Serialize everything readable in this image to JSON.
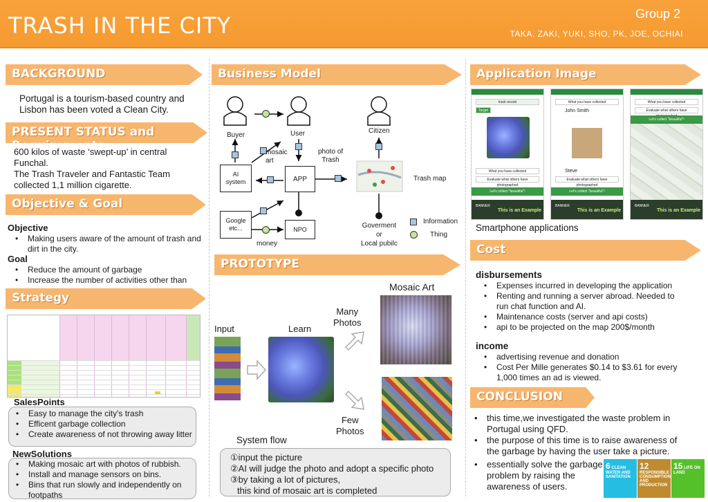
{
  "header": {
    "title": "TRASH IN THE CITY",
    "group": "Group 2",
    "members": "TAKA, ZAKI, YUKI, SHO, PK, JOE, OCHIAI"
  },
  "colors": {
    "header": "#f59a2f",
    "banner": "#f7b66e",
    "info_square": "#a9c4e0",
    "thing_circle": "#c6e49b"
  },
  "background": {
    "heading": "BACKGROUND",
    "text": [
      "Portugal is a tourism-based country and",
      "Lisbon has been voted a Clean City."
    ]
  },
  "present_status": {
    "heading": "PRESENT STATUS and Requirements",
    "lines": [
      "600 kilos of waste ‘swept-up’ in central",
      "Funchal.",
      "The Trash Traveler and Fantastic Team",
      "collected 1,1 million cigarette."
    ]
  },
  "objective_goal": {
    "heading": "Objective & Goal",
    "objective_label": "Objective",
    "objective_items": [
      "Making users aware of the amount of trash and dirt in the city."
    ],
    "goal_label": "Goal",
    "goal_items": [
      "Reduce the amount of garbage",
      "Increase the number of activities other than"
    ]
  },
  "strategy": {
    "heading": "Strategy",
    "salespoints_label": "SalesPoints",
    "salespoints": [
      "Easy to manage the city's trash",
      "Efficent garbage collection",
      "Create awareness of not throwing away litter"
    ],
    "newsolutions_label": "NewSolutions",
    "newsolutions": [
      "Making mosaic art with photos of rubbish.",
      "Install and manage sensors on bins.",
      "Bins that run slowly and independently on footpaths"
    ]
  },
  "business_model": {
    "heading": "Business Model",
    "buyer": "Buyer",
    "user": "User",
    "citizen": "Citizen",
    "mosaic_art": "mosaic\nart",
    "photo_of_trash": "photo of\nTrash",
    "ai_system": "AI\nsystem",
    "app": "APP",
    "trash_map": "Trash map",
    "google": "Google\netc...",
    "npo": "NPO",
    "money": "money",
    "government": "Goverment\nor\nLocal pubilc",
    "legend_information": "Information",
    "legend_thing": "Thing"
  },
  "prototype": {
    "heading": "PROTOTYPE",
    "input": "Input",
    "learn": "Learn",
    "many_photos": "Many\nPhotos",
    "few_photos": "Few\nPhotos",
    "mosaic_art": "Mosaic Art",
    "system_flow": "System flow",
    "flow_steps": [
      "①input the picture",
      "②AI will judge the photo and adopt a specific photo",
      "③by taking a lot of pictures,",
      "this kind of mosaic art is completed"
    ]
  },
  "application_image": {
    "heading": "Application Image",
    "caption": "Smartphone applications",
    "phones": [
      {
        "track_record": "track record",
        "target": "Target",
        "collected": "What you have collected",
        "evaluate": "Evaluate what others have photographed",
        "collect": "Let's collect \"beautiful\"!",
        "banner": "BANNER",
        "example": "This is an Example"
      },
      {
        "collected": "What you have collected",
        "name1": "John Smith",
        "name2": "Steve",
        "evaluate": "Evaluate what others have photographed",
        "collect": "Let's collect \"beautiful\"!",
        "banner": "BANNER",
        "example": "This is an Example"
      },
      {
        "collected": "What you have collected",
        "evaluate": "Evaluate what others have photographed",
        "collect": "Let's collect \"beautiful\"!",
        "banner": "BANNER",
        "example": "This is an Example"
      }
    ]
  },
  "cost": {
    "heading": "Cost",
    "disbursements_label": "disbursements",
    "disbursements": [
      "Expenses incurred in developing the application",
      "Renting and running a server abroad. Needed to run chat function and AI.",
      "Maintenance costs (server and api costs)",
      "api to be projected on the map   200$/month"
    ],
    "income_label": "income",
    "income": [
      "advertising revenue and donation",
      "Cost Per Mille generates $0.14 to $3.61 for every 1,000 times an ad is viewed."
    ]
  },
  "conclusion": {
    "heading": "CONCLUSION",
    "items": [
      "this time,we investigated the waste problem in Portugal using QFD.",
      "the purpose of this time is to raise awareness of the garbage by having the user take a picture.",
      "essentially solve the garbage problem by raising the awareness of users."
    ]
  },
  "sdgs": [
    {
      "num": "6",
      "label": "CLEAN WATER AND SANITATION",
      "color": "#26bde2"
    },
    {
      "num": "12",
      "label": "RESPONSIBLE CONSUMPTION AND PRODUCTION",
      "color": "#bf8b2e"
    },
    {
      "num": "15",
      "label": "LIFE ON LAND",
      "color": "#56c02b"
    }
  ]
}
